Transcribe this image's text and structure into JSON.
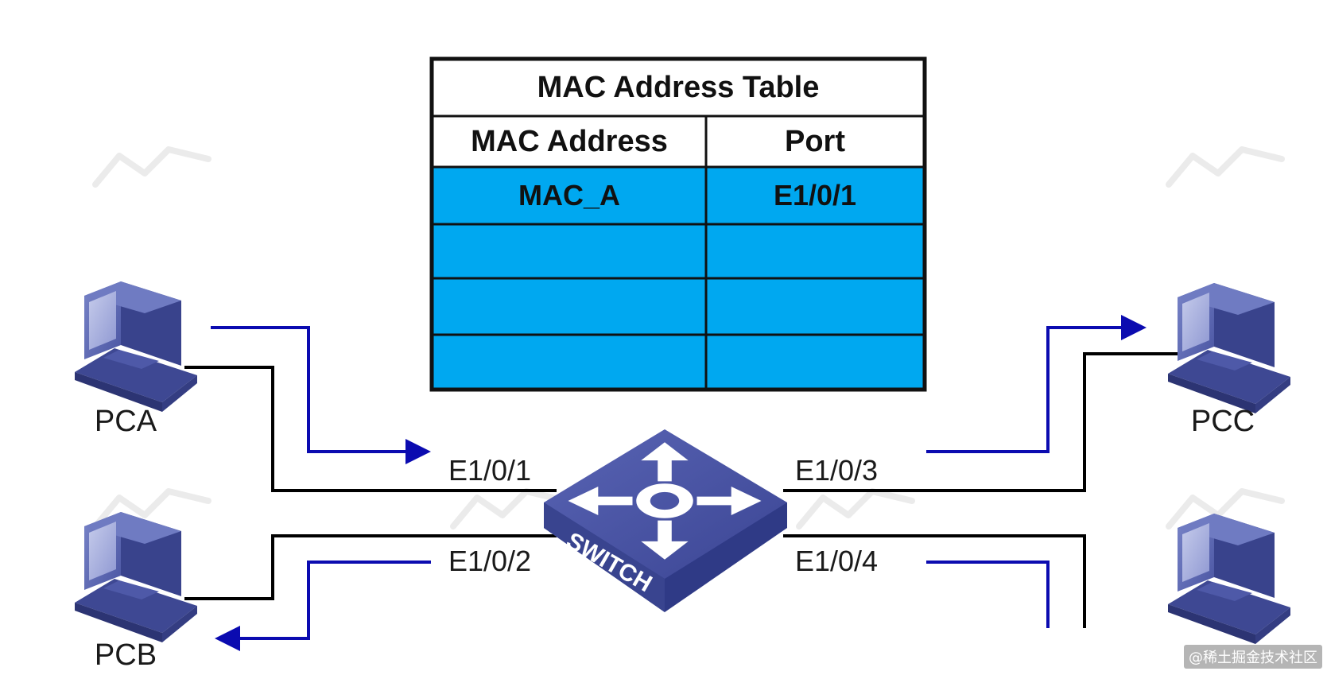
{
  "mac_table": {
    "title": "MAC Address Table",
    "columns": [
      "MAC Address",
      "Port"
    ],
    "rows": [
      [
        "MAC_A",
        "E1/0/1"
      ],
      [
        "",
        ""
      ],
      [
        "",
        ""
      ],
      [
        "",
        ""
      ]
    ]
  },
  "hosts": {
    "pca": "PCA",
    "pcb": "PCB",
    "pcc": "PCC"
  },
  "ports": {
    "p1": "E1/0/1",
    "p2": "E1/0/2",
    "p3": "E1/0/3",
    "p4": "E1/0/4"
  },
  "switch": {
    "label": "SWITCH"
  },
  "credit": "@稀土掘金技术社区",
  "colors": {
    "table_fill": "#00a8f0",
    "flow_arrow": "#0b0bb0",
    "device_blue": "#4a56a6",
    "wire": "#000000"
  },
  "icons": [
    "computer-icon",
    "switch-icon",
    "arrow-icon"
  ]
}
